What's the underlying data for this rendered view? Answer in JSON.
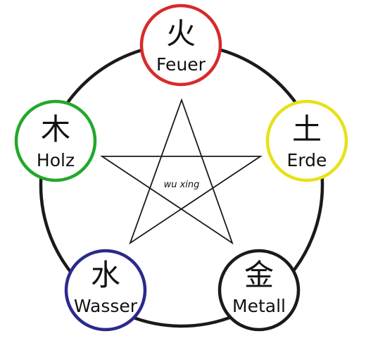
{
  "diagram": {
    "center_label": "wu xing",
    "elements": [
      {
        "glyph": "火",
        "name": "Feuer",
        "color": "#d62a2a"
      },
      {
        "glyph": "土",
        "name": "Erde",
        "color": "#e6e21a"
      },
      {
        "glyph": "金",
        "name": "Metall",
        "color": "#1a1a1a"
      },
      {
        "glyph": "水",
        "name": "Wasser",
        "color": "#2a2a8c"
      },
      {
        "glyph": "木",
        "name": "Holz",
        "color": "#22a82a"
      }
    ]
  }
}
